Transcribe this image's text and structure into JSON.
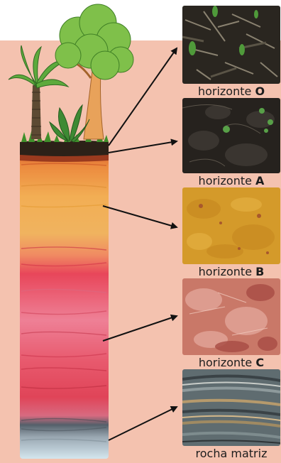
{
  "colors": {
    "background_panel": "#f4c2af",
    "horizon_o": "#2e2a22",
    "horizon_a": "#e87a40",
    "horizon_b": "#f2b25a",
    "horizon_c": "#e24a5a",
    "bedrock": "#6e7a80",
    "arrow": "#111111"
  },
  "horizons": [
    {
      "name": "horizonte",
      "letter": "O"
    },
    {
      "name": "horizonte",
      "letter": "A"
    },
    {
      "name": "horizonte",
      "letter": "B"
    },
    {
      "name": "horizonte",
      "letter": "C"
    },
    {
      "name": "rocha matriz",
      "letter": ""
    }
  ]
}
